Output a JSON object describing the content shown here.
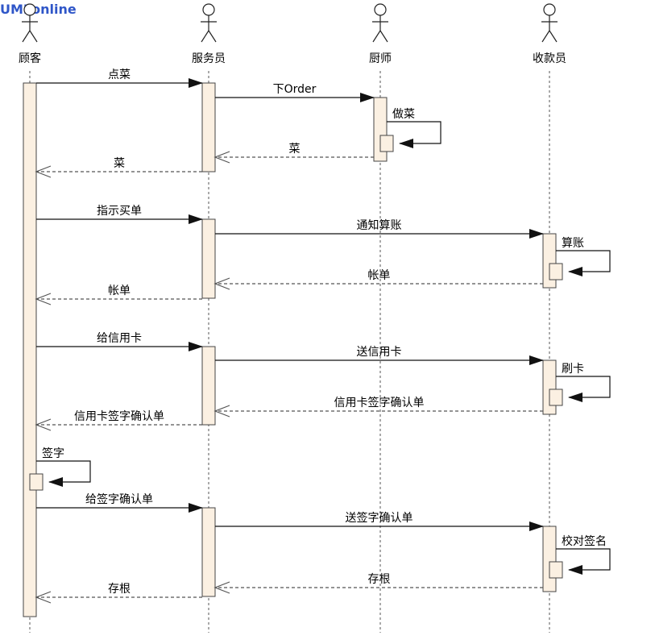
{
  "watermark": "UMLonline",
  "actors": [
    {
      "id": "customer",
      "name": "顾客"
    },
    {
      "id": "waiter",
      "name": "服务员"
    },
    {
      "id": "chef",
      "name": "厨师"
    },
    {
      "id": "cashier",
      "name": "收款员"
    }
  ],
  "messages": [
    {
      "id": "m1",
      "from": "customer",
      "to": "waiter",
      "label": "点菜",
      "kind": "call"
    },
    {
      "id": "m2",
      "from": "waiter",
      "to": "chef",
      "label": "下Order",
      "kind": "call"
    },
    {
      "id": "m3",
      "from": "chef",
      "to": "chef",
      "label": "做菜",
      "kind": "self"
    },
    {
      "id": "m4",
      "from": "chef",
      "to": "waiter",
      "label": "菜",
      "kind": "return"
    },
    {
      "id": "m5",
      "from": "waiter",
      "to": "customer",
      "label": "菜",
      "kind": "return"
    },
    {
      "id": "m6",
      "from": "customer",
      "to": "waiter",
      "label": "指示买单",
      "kind": "call"
    },
    {
      "id": "m7",
      "from": "waiter",
      "to": "cashier",
      "label": "通知算账",
      "kind": "call"
    },
    {
      "id": "m8",
      "from": "cashier",
      "to": "cashier",
      "label": "算账",
      "kind": "self"
    },
    {
      "id": "m9",
      "from": "cashier",
      "to": "waiter",
      "label": "帐单",
      "kind": "return"
    },
    {
      "id": "m10",
      "from": "waiter",
      "to": "customer",
      "label": "帐单",
      "kind": "return"
    },
    {
      "id": "m11",
      "from": "customer",
      "to": "waiter",
      "label": "给信用卡",
      "kind": "call"
    },
    {
      "id": "m12",
      "from": "waiter",
      "to": "cashier",
      "label": "送信用卡",
      "kind": "call"
    },
    {
      "id": "m13",
      "from": "cashier",
      "to": "cashier",
      "label": "刷卡",
      "kind": "self"
    },
    {
      "id": "m14",
      "from": "cashier",
      "to": "waiter",
      "label": "信用卡签字确认单",
      "kind": "return"
    },
    {
      "id": "m15",
      "from": "waiter",
      "to": "customer",
      "label": "信用卡签字确认单",
      "kind": "return"
    },
    {
      "id": "m16",
      "from": "customer",
      "to": "customer",
      "label": "签字",
      "kind": "self"
    },
    {
      "id": "m17",
      "from": "customer",
      "to": "waiter",
      "label": "给签字确认单",
      "kind": "call"
    },
    {
      "id": "m18",
      "from": "waiter",
      "to": "cashier",
      "label": "送签字确认单",
      "kind": "call"
    },
    {
      "id": "m19",
      "from": "cashier",
      "to": "cashier",
      "label": "校对签名",
      "kind": "self"
    },
    {
      "id": "m20",
      "from": "cashier",
      "to": "waiter",
      "label": "存根",
      "kind": "return"
    },
    {
      "id": "m21",
      "from": "waiter",
      "to": "customer",
      "label": "存根",
      "kind": "return"
    }
  ]
}
